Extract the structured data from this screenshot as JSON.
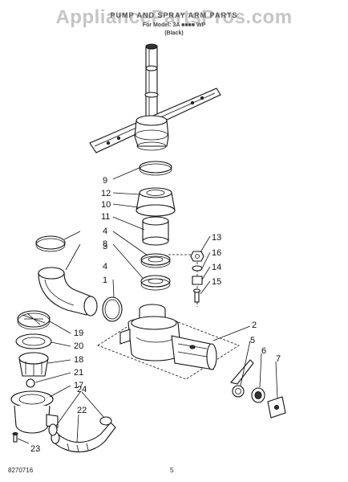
{
  "header": {
    "watermark": "AppliancePartsPros.com",
    "title": "PUMP AND SPRAY ARM PARTS",
    "model_line": "For Model: 3A ■■■■ WP",
    "color_line": "(Black)"
  },
  "callouts": [
    "9",
    "12",
    "10",
    "11",
    "4",
    "8",
    "3",
    "1",
    "4",
    "13",
    "16",
    "14",
    "15",
    "2",
    "5",
    "6",
    "7",
    "19",
    "20",
    "18",
    "21",
    "17",
    "24",
    "22",
    "23"
  ],
  "footer": {
    "doc_code": "8270716",
    "page": "5"
  }
}
